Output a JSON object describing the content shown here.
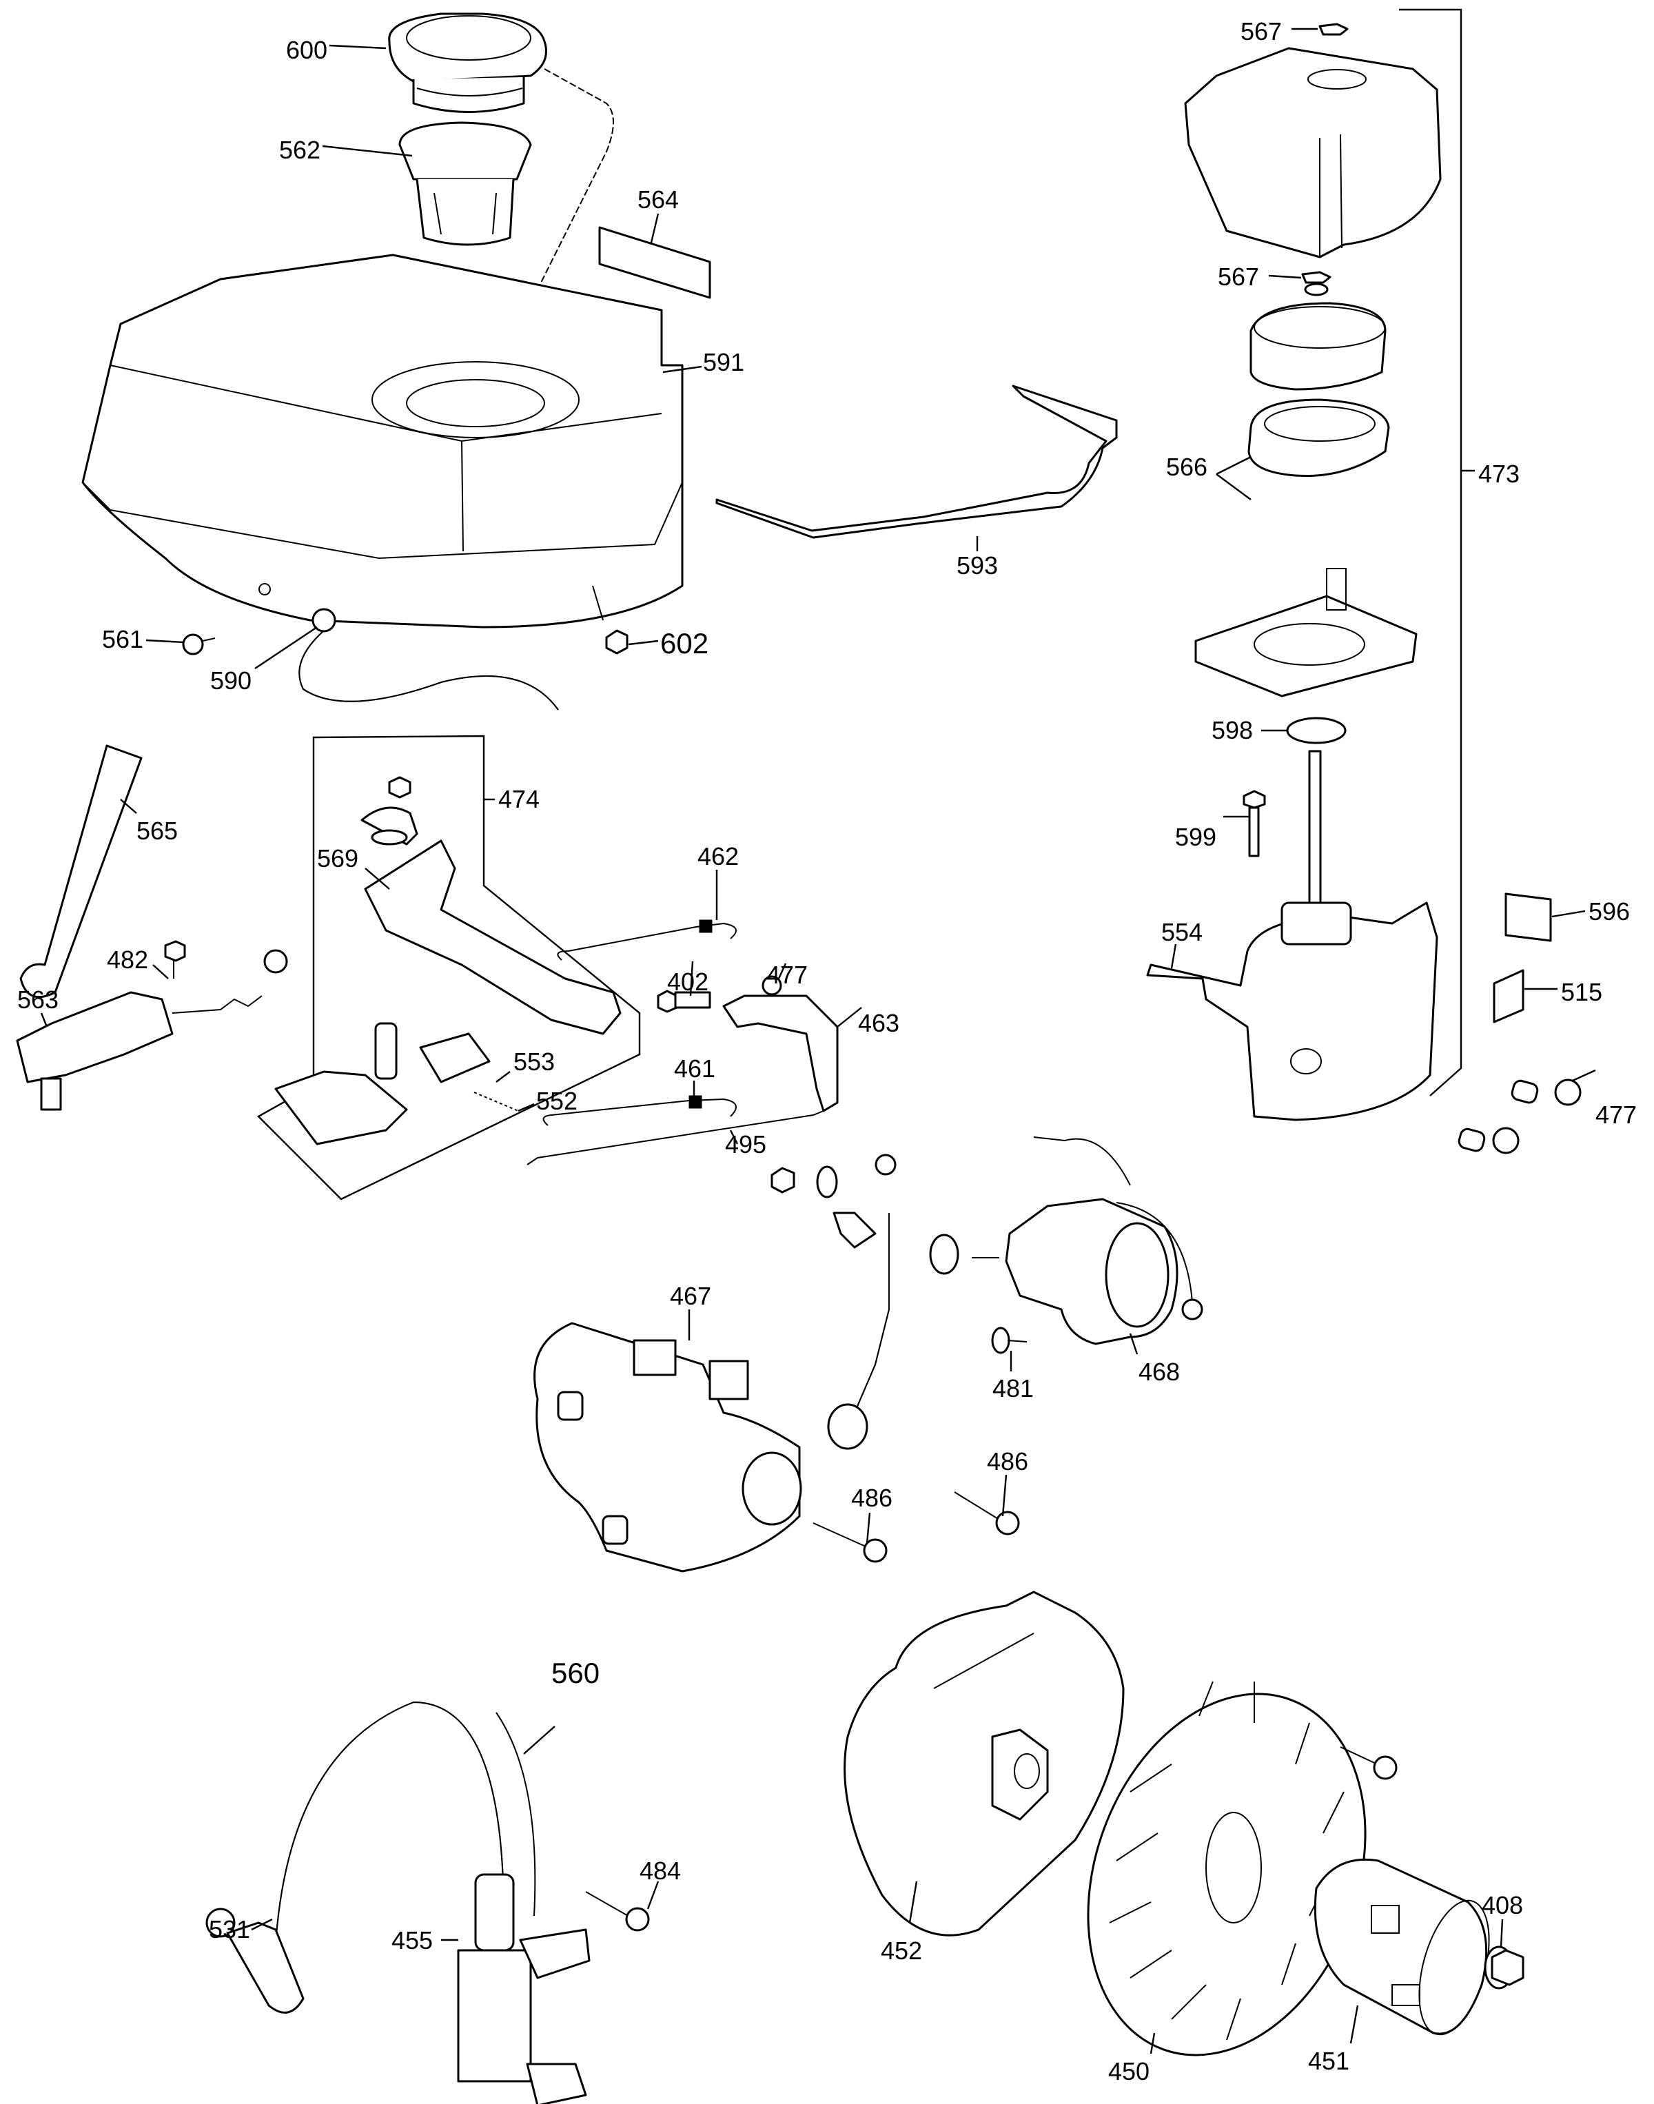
{
  "diagram": {
    "title": "Engine exploded parts diagram",
    "callouts": [
      {
        "id": "c600",
        "label": "600",
        "part": "fuel-cap"
      },
      {
        "id": "c562",
        "label": "562",
        "part": "fuel-strainer"
      },
      {
        "id": "c564",
        "label": "564",
        "part": "label-decal"
      },
      {
        "id": "c591",
        "label": "591",
        "part": "fuel-tank"
      },
      {
        "id": "c561",
        "label": "561",
        "part": "flange-bolt"
      },
      {
        "id": "c590",
        "label": "590",
        "part": "fuel-valve"
      },
      {
        "id": "c602",
        "label": "602",
        "part": "nut"
      },
      {
        "id": "c593",
        "label": "593",
        "part": "tank-bracket"
      },
      {
        "id": "c567a",
        "label": "567",
        "part": "wing-nut-top"
      },
      {
        "id": "c567b",
        "label": "567",
        "part": "wing-nut-element"
      },
      {
        "id": "c566",
        "label": "566",
        "part": "air-filter-element"
      },
      {
        "id": "c473",
        "label": "473",
        "part": "air-cleaner-assembly"
      },
      {
        "id": "c598",
        "label": "598",
        "part": "gasket"
      },
      {
        "id": "c599",
        "label": "599",
        "part": "bolt"
      },
      {
        "id": "c554",
        "label": "554",
        "part": "air-cleaner-base"
      },
      {
        "id": "c596",
        "label": "596",
        "part": "decal"
      },
      {
        "id": "c515",
        "label": "515",
        "part": "decal"
      },
      {
        "id": "c477r",
        "label": "477",
        "part": "nut"
      },
      {
        "id": "c474",
        "label": "474",
        "part": "control-lever-assembly"
      },
      {
        "id": "c565",
        "label": "565",
        "part": "stay"
      },
      {
        "id": "c569",
        "label": "569",
        "part": "spring"
      },
      {
        "id": "c462",
        "label": "462",
        "part": "governor-spring"
      },
      {
        "id": "c482",
        "label": "482",
        "part": "screw"
      },
      {
        "id": "c563",
        "label": "563",
        "part": "fuel-cut-solenoid"
      },
      {
        "id": "c402",
        "label": "402",
        "part": "collar"
      },
      {
        "id": "c477m",
        "label": "477",
        "part": "nut"
      },
      {
        "id": "c463",
        "label": "463",
        "part": "governor-arm"
      },
      {
        "id": "c553",
        "label": "553",
        "part": "spring"
      },
      {
        "id": "c552",
        "label": "552",
        "part": "adjusting-screw"
      },
      {
        "id": "c461",
        "label": "461",
        "part": "throttle-return-spring"
      },
      {
        "id": "c495",
        "label": "495",
        "part": "throttle-rod"
      },
      {
        "id": "c467",
        "label": "467",
        "part": "starter-motor"
      },
      {
        "id": "c468",
        "label": "468",
        "part": "starter-solenoid"
      },
      {
        "id": "c481",
        "label": "481",
        "part": "bolt"
      },
      {
        "id": "c486a",
        "label": "486",
        "part": "flange-bolt"
      },
      {
        "id": "c486b",
        "label": "486",
        "part": "flange-bolt"
      },
      {
        "id": "c560",
        "label": "560",
        "part": "stop-wire"
      },
      {
        "id": "c484",
        "label": "484",
        "part": "bolt"
      },
      {
        "id": "c531",
        "label": "531",
        "part": "spark-plug-cap"
      },
      {
        "id": "c455",
        "label": "455",
        "part": "ignition-coil"
      },
      {
        "id": "c452",
        "label": "452",
        "part": "fan-cover"
      },
      {
        "id": "c450",
        "label": "450",
        "part": "flywheel"
      },
      {
        "id": "c451",
        "label": "451",
        "part": "starter-pulley"
      },
      {
        "id": "c408",
        "label": "408",
        "part": "flywheel-nut"
      }
    ]
  }
}
